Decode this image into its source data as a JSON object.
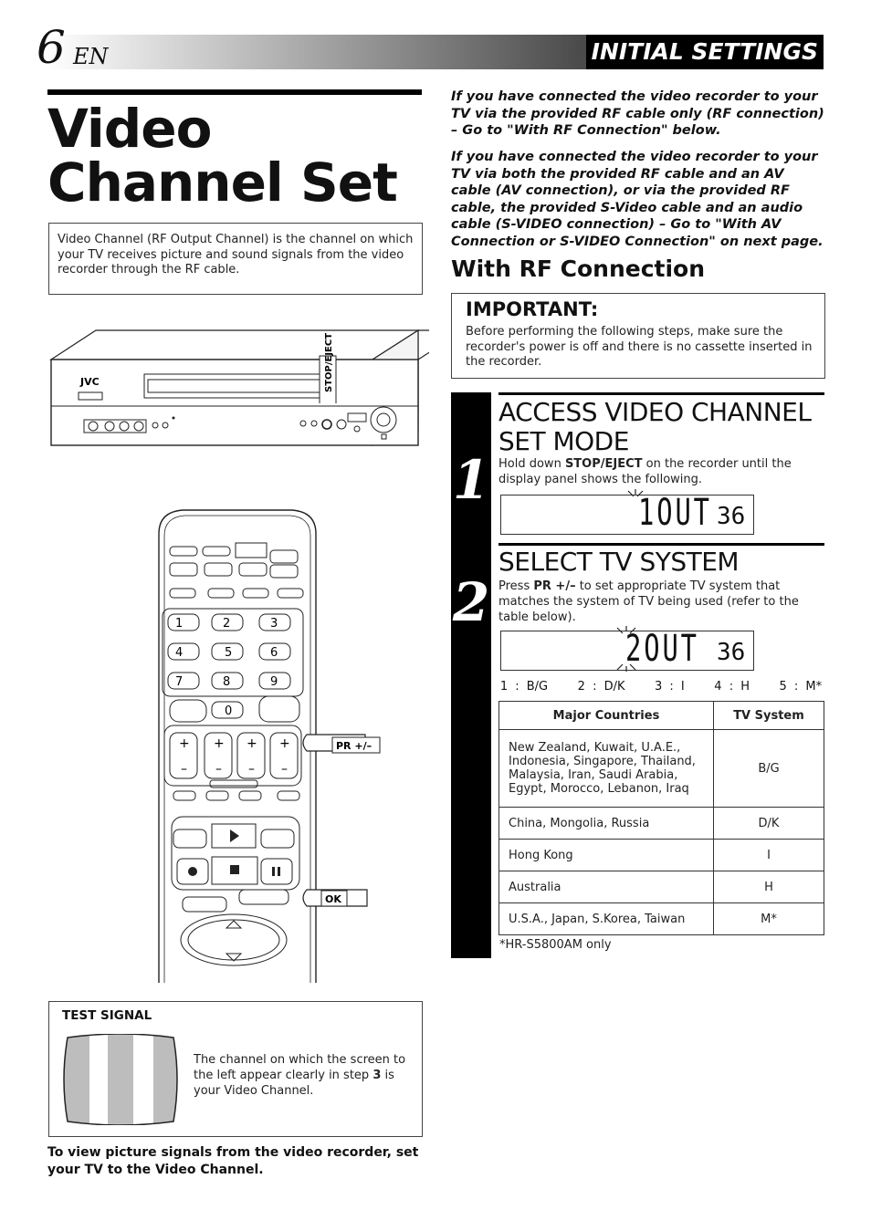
{
  "header": {
    "page_number": "6",
    "language": "EN",
    "section": "INITIAL SETTINGS"
  },
  "title": {
    "line1": "Video",
    "line2": "Channel Set"
  },
  "intro": "Video Channel (RF Output Channel) is the channel on which your TV receives picture and sound signals from the video recorder through the RF cable.",
  "notes": {
    "rf_only": "If you have connected the video recorder to your TV via the provided RF cable only (RF connection) – Go to \"With RF Connection\" below.",
    "av": "If you have connected the video recorder to your TV via both the provided RF cable and an AV cable (AV connection), or via the provided RF cable, the provided S-Video cable and an audio cable (S-VIDEO connection) – Go to \"With AV Connection or S-VIDEO Connection\" on next page."
  },
  "rf_heading": "With RF Connection",
  "important": {
    "label": "IMPORTANT:",
    "text": "Before performing the following steps, make sure the recorder's power is off and there is no cassette inserted in the recorder."
  },
  "illustration": {
    "vcr_brand": "JVC",
    "stop_eject_label": "STOP/EJECT",
    "pr_label": "PR +/–",
    "ok_label": "OK",
    "keypad": [
      "1",
      "2",
      "3",
      "4",
      "5",
      "6",
      "7",
      "8",
      "9",
      "0"
    ]
  },
  "steps": [
    {
      "number": "1",
      "title": "ACCESS VIDEO CHANNEL SET MODE",
      "text_pre": "Hold down ",
      "text_bold": "STOP/EJECT",
      "text_post": " on the recorder until the display panel shows the following.",
      "display_main": "1OUT",
      "display_ch": "36"
    },
    {
      "number": "2",
      "title": "SELECT TV SYSTEM",
      "text_pre": "Press ",
      "text_bold": "PR +/–",
      "text_post": " to set appropriate TV system that matches the system of TV being used (refer to the table below).",
      "display_main": "2OUT",
      "display_ch": "36"
    }
  ],
  "system_list": "1 : B/G    2 : D/K    3 : I    4 : H    5 : M*",
  "table": {
    "headers": [
      "Major Countries",
      "TV System"
    ],
    "rows": [
      [
        "New Zealand, Kuwait, U.A.E., Indonesia, Singapore, Thailand, Malaysia, Iran, Saudi Arabia, Egypt, Morocco, Lebanon, Iraq",
        "B/G"
      ],
      [
        "China, Mongolia, Russia",
        "D/K"
      ],
      [
        "Hong Kong",
        "I"
      ],
      [
        "Australia",
        "H"
      ],
      [
        "U.S.A., Japan, S.Korea, Taiwan",
        "M*"
      ]
    ]
  },
  "footnote": "*HR-S5800AM only",
  "test_signal": {
    "label": "TEST SIGNAL",
    "text_pre": "The channel on which the screen to the left appear clearly in step ",
    "text_bold": "3",
    "text_post": " is your Video Channel."
  },
  "bottom_note": "To view picture signals from the video recorder, set your TV to the Video Channel."
}
